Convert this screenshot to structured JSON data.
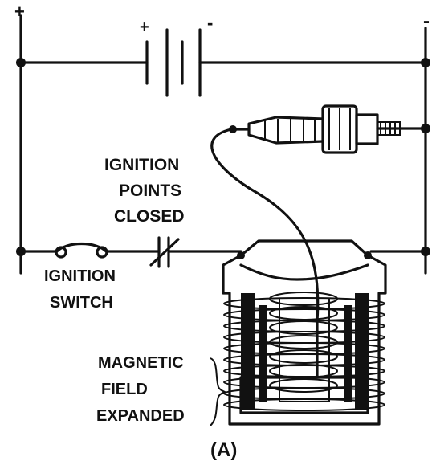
{
  "polarity": {
    "left_plus": "+",
    "right_minus": "-",
    "battery_plus": "+",
    "battery_minus": "-"
  },
  "labels": {
    "ignition_points_line1": "IGNITION",
    "ignition_points_line2": "POINTS",
    "ignition_points_line3": "CLOSED",
    "ignition_switch_line1": "IGNITION",
    "ignition_switch_line2": "SWITCH",
    "magnetic_line1": "MAGNETIC",
    "magnetic_line2": "FIELD",
    "magnetic_line3": "EXPANDED",
    "caption": "(A)"
  }
}
